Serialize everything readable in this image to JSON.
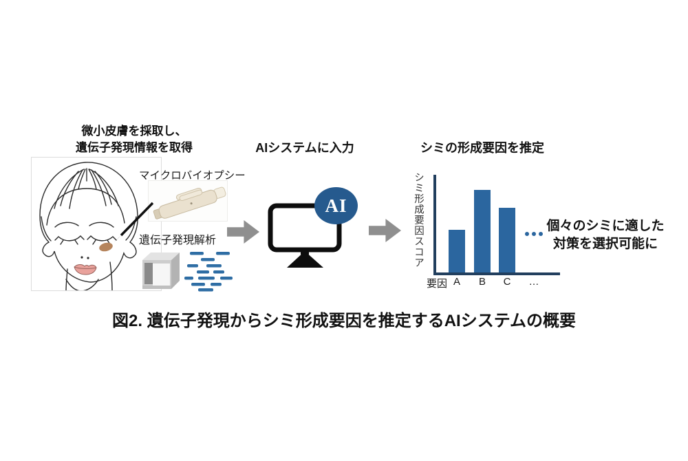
{
  "colors": {
    "accent_blue": "#2b669f",
    "ai_badge_blue": "#265a8e",
    "axis_navy": "#223f5e",
    "arrow_gray": "#8f8f8f",
    "reads_blue": "#2e6da4",
    "spot_brown": "#b5845c"
  },
  "step1": {
    "title_line1": "微小皮膚を採取し、",
    "title_line2": "遺伝子発現情報を取得",
    "biopsy_label": "マイクロバイオプシー",
    "analysis_label": "遺伝子発現解析"
  },
  "step2": {
    "title": "AIシステムに入力",
    "ai_badge": "AI"
  },
  "step3": {
    "title": "シミの形成要因を推定",
    "result_line1": "個々のシミに適した",
    "result_line2": "対策を選択可能に"
  },
  "chart_data": {
    "type": "bar",
    "categories": [
      "A",
      "B",
      "C"
    ],
    "values": [
      52,
      100,
      78
    ],
    "title": "シミの形成要因を推定",
    "xlabel_prefix": "要因",
    "more_label": "…",
    "ylabel": "シミ形成要因スコア",
    "ylim": [
      0,
      100
    ],
    "grid": false,
    "legend": "none",
    "bar_color": "#2b669f",
    "axis_color": "#223f5e"
  },
  "caption": "図2. 遺伝子発現からシミ形成要因を推定するAIシステムの概要"
}
